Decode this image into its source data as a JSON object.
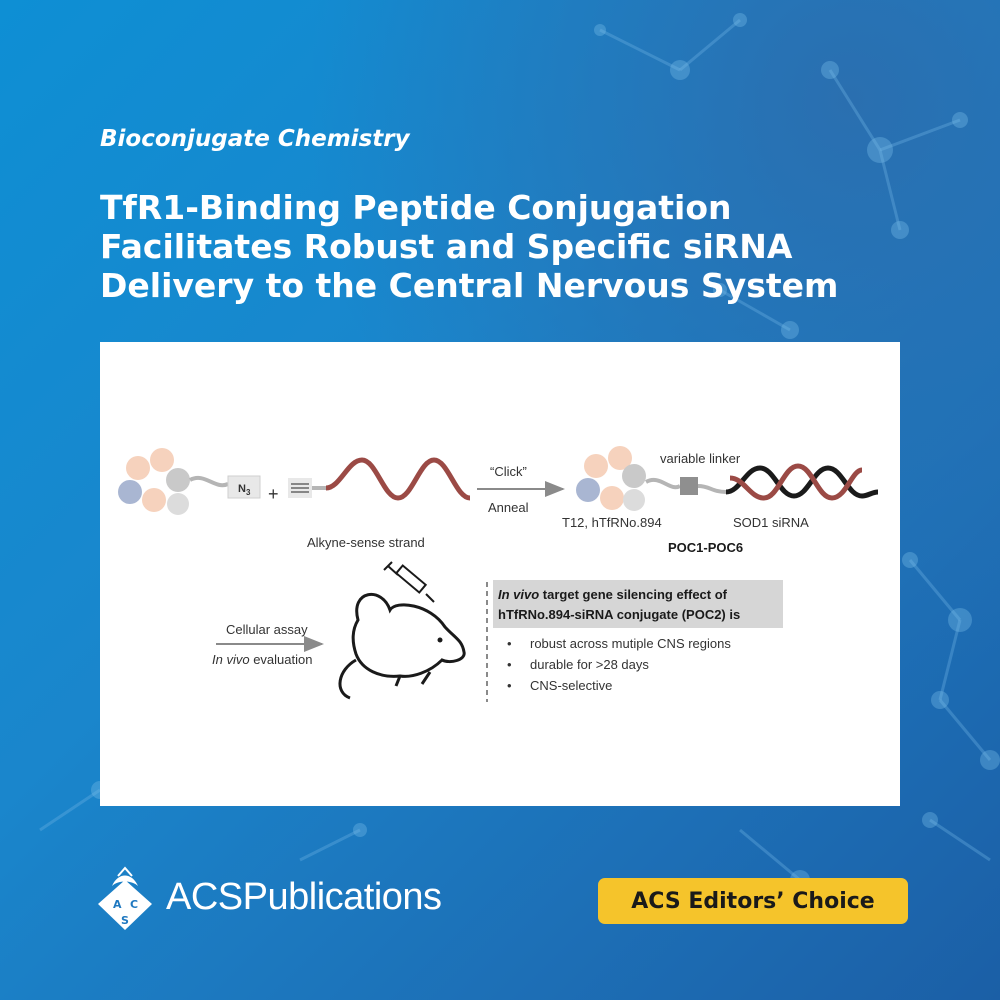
{
  "journal": "Bioconjugate Chemistry",
  "title_lines": [
    "TfR1-Binding Peptide Conjugation",
    "Facilitates Robust and Specific siRNA",
    "Delivery to the Central Nervous System"
  ],
  "figure": {
    "azide_label": "N",
    "azide_subscript": "3",
    "plus": "+",
    "alkyne_label": "Alkyne-sense strand",
    "click_label": "“Click”",
    "anneal_label": "Anneal",
    "linker_label": "variable linker",
    "peptide_label": "T12, hTfRNo.894",
    "sirna_label": "SOD1 siRNA",
    "conjugate_label": "POC1-POC6",
    "assay_label": "Cellular assay",
    "in_vivo_italic": "In vivo",
    "evaluation_label": " evaluation",
    "box_line1_italic": "In vivo",
    "box_line1_rest": " target gene silencing effect of",
    "box_line2": "hTfRNo.894-siRNA conjugate (POC2) is",
    "bullets": [
      "robust across mutiple CNS regions",
      "durable for >28 days",
      "CNS-selective"
    ]
  },
  "logo": {
    "brand": "ACS",
    "product": "Publications",
    "emblem_letters": [
      "A",
      "C",
      "S"
    ]
  },
  "badge": "ACS Editors’ Choice",
  "colors": {
    "background_top": "#0e8fd4",
    "background_bottom": "#1b5fa6",
    "badge": "#f5c42b",
    "rna_strand": "#9b4a45",
    "peptide_peach": "#f6d2bd",
    "peptide_blue": "#a9b6d2",
    "peptide_grey": "#c9c9c9"
  }
}
